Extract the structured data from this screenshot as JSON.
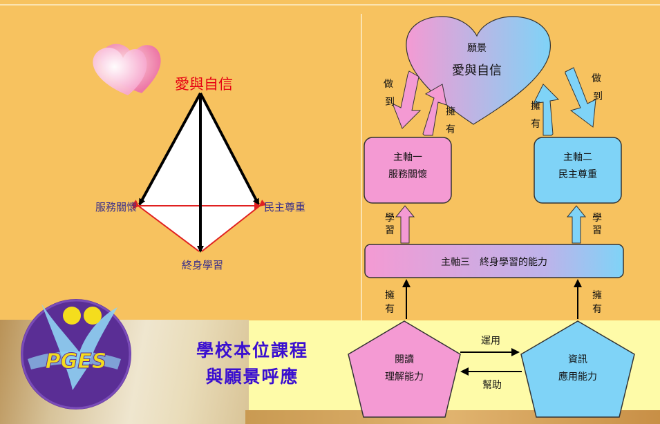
{
  "pyramid": {
    "top": "愛與自信",
    "left": "服務關懷",
    "right": "民主尊重",
    "bottom": "終身學習"
  },
  "logo": {
    "text": "PGES"
  },
  "slogan": {
    "line1": "學校本位課程",
    "line2": "與願景呼應"
  },
  "vision": {
    "title": "願景",
    "subtitle": "愛與自信"
  },
  "arrow_labels": {
    "left_do": "做到",
    "left_have": "擁有",
    "right_have": "擁有",
    "right_do": "做到",
    "learn_left": "學習",
    "learn_right": "學習",
    "have_bottom_left": "擁有",
    "have_bottom_right": "擁有",
    "apply": "運用",
    "help": "幫助"
  },
  "axes": {
    "axis1_line1": "主軸一",
    "axis1_line2": "服務關懷",
    "axis2_line1": "主軸二",
    "axis2_line2": "民主尊重",
    "axis3": "主軸三　終身學習的能力"
  },
  "pentagons": {
    "reading_line1": "閱讀",
    "reading_line2": "理解能力",
    "info_line1": "資訊",
    "info_line2": "應用能力"
  },
  "colors": {
    "background": "#f7c25f",
    "pink": "#f49ad3",
    "blue": "#7fd3f7",
    "heart_pink": "#f58ac4",
    "slogan": "#3a0fd0",
    "pyramid_top_label": "#e60012",
    "pyramid_label": "#3a2f8a",
    "red_line": "#e02020"
  }
}
